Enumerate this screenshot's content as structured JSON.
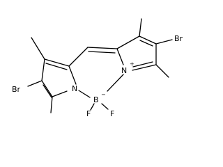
{
  "molecule": {
    "atoms": {
      "br_left": "Br",
      "br_right": "Br",
      "n_left": "N",
      "n_right": "N",
      "boron": "B",
      "f_left": "F",
      "f_right": "F",
      "charge_plus": "+",
      "charge_minus": "−"
    }
  }
}
